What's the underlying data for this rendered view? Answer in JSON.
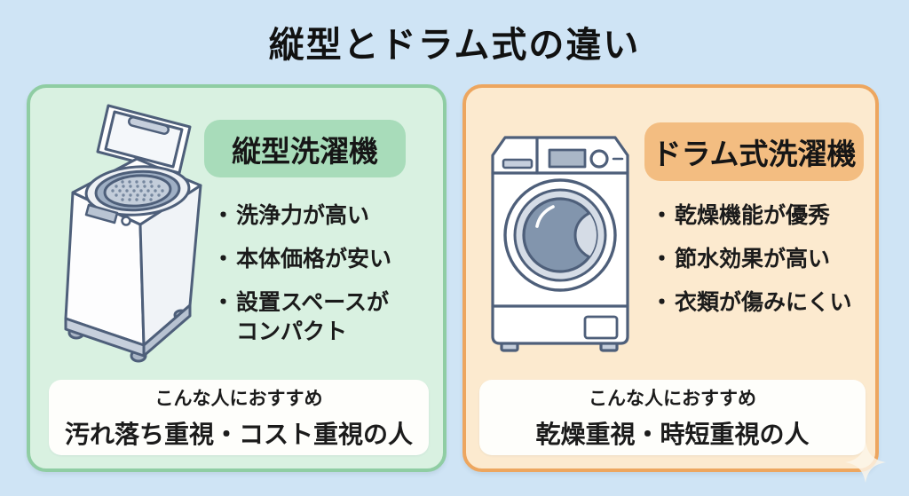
{
  "title": "縦型とドラム式の違い",
  "panels": [
    {
      "id": "vertical",
      "badge": "縦型洗濯機",
      "features": [
        "洗浄力が高い",
        "本体価格が安い",
        "設置スペースがコンパクト"
      ],
      "recommend_label": "こんな人におすすめ",
      "recommend_text": "汚れ落ち重視・コスト重視の人",
      "illustration": "top-load-washer"
    },
    {
      "id": "drum",
      "badge": "ドラム式洗濯機",
      "features": [
        "乾燥機能が優秀",
        "節水効果が高い",
        "衣類が傷みにくい"
      ],
      "recommend_label": "こんな人におすすめ",
      "recommend_text": "乾燥重視・時短重視の人",
      "illustration": "front-load-washer"
    }
  ],
  "colors": {
    "background": "#cfe4f5",
    "title_text": "#111111",
    "left_panel_bg": "#d9f1e1",
    "left_panel_border": "#8fcda3",
    "left_badge_bg": "#a8dcba",
    "right_panel_bg": "#fceacf",
    "right_panel_border": "#eda65f",
    "right_badge_bg": "#f3bd81",
    "card_bg": "#fefefb",
    "body_text": "#1b1b1b",
    "illustration_outline": "#4e5f7a",
    "illustration_drum": "#8295ad",
    "illustration_gray": "#c6cfdc"
  }
}
